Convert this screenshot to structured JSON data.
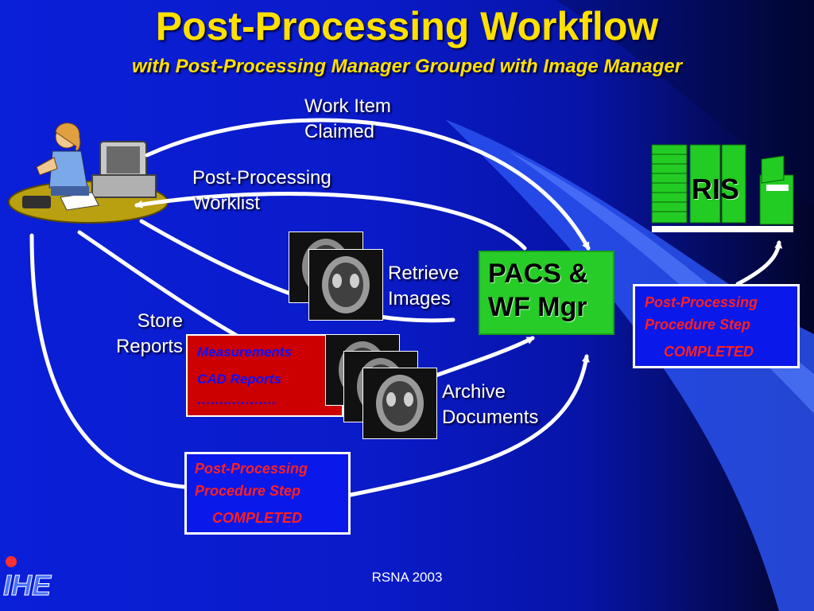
{
  "title": "Post-Processing Workflow",
  "subtitle": "with Post-Processing Manager Grouped with Image Manager",
  "labels": {
    "work_item_claimed": [
      "Work Item",
      "Claimed"
    ],
    "post_processing_worklist": [
      "Post-Processing",
      "Worklist"
    ],
    "retrieve_images": [
      "Retrieve",
      "Images"
    ],
    "store_reports": [
      "Store",
      "Reports"
    ],
    "archive_documents": [
      "Archive",
      "Documents"
    ]
  },
  "pacs": [
    "PACS &",
    "WF Mgr"
  ],
  "ris": "RIS",
  "reports_box": [
    "Measurements",
    "CAD Reports",
    "……..………."
  ],
  "pp_step_right": [
    "Post-Processing",
    "Procedure Step",
    "COMPLETED"
  ],
  "pp_step_bottom": [
    "Post-Processing",
    "Procedure Step",
    "COMPLETED"
  ],
  "footer": "RSNA 2003",
  "logo_text": "IHE",
  "colors": {
    "title": "#ffe000",
    "pacs_green": "#28cc28",
    "ris_green": "#22cc22",
    "step_text_red": "#ff2020",
    "reports_red": "#cc0000",
    "reports_text_blue": "#1010ff"
  },
  "icons": [
    "radiologist-workstation-icon",
    "ris-server-icon",
    "ct-scan-image-icon",
    "ihe-logo-icon"
  ]
}
